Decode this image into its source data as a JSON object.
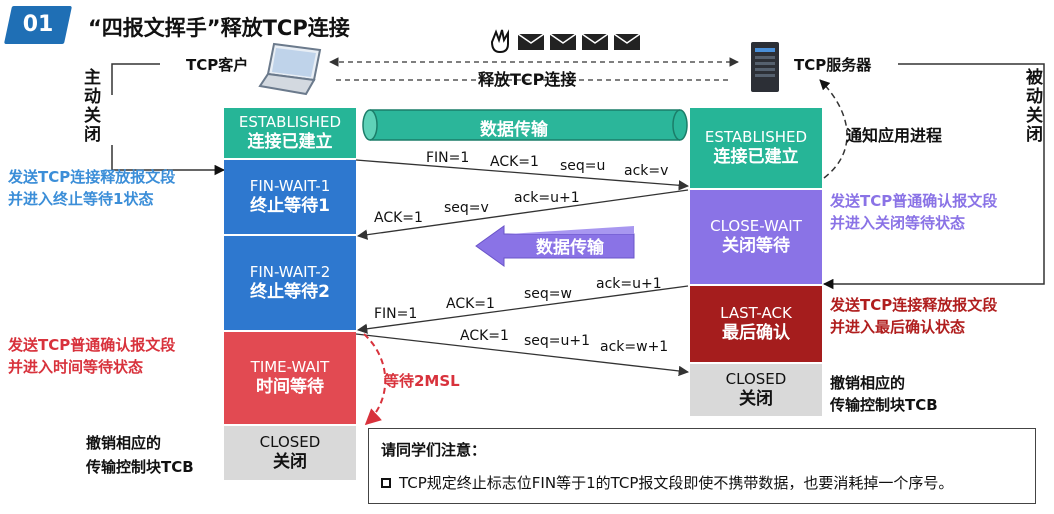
{
  "header": {
    "badge": "01",
    "title": "“四报文挥手”释放TCP连接"
  },
  "client_label": "TCP客户",
  "server_label": "TCP服务器",
  "release_label": "释放TCP连接",
  "active_close": "主动关闭",
  "passive_close": "被动关闭",
  "notify_app": "通知应用进程",
  "data_transfer_top": "数据传输",
  "data_transfer_mid": "数据传输",
  "client_states": [
    {
      "en": "ESTABLISHED",
      "cn": "连接已建立"
    },
    {
      "en": "FIN-WAIT-1",
      "cn": "终止等待1"
    },
    {
      "en": "FIN-WAIT-2",
      "cn": "终止等待2"
    },
    {
      "en": "TIME-WAIT",
      "cn": "时间等待"
    },
    {
      "en": "CLOSED",
      "cn": "关闭"
    }
  ],
  "server_states": [
    {
      "en": "ESTABLISHED",
      "cn": "连接已建立"
    },
    {
      "en": "CLOSE-WAIT",
      "cn": "关闭等待"
    },
    {
      "en": "LAST-ACK",
      "cn": "最后确认"
    },
    {
      "en": "CLOSED",
      "cn": "关闭"
    }
  ],
  "messages": {
    "m1": {
      "fin": "FIN=1",
      "ack": "ACK=1",
      "seq": "seq=u",
      "ackn": "ack=v"
    },
    "m2": {
      "ack": "ACK=1",
      "seq": "seq=v",
      "ackn": "ack=u+1"
    },
    "m3": {
      "fin": "FIN=1",
      "ack": "ACK=1",
      "seq": "seq=w",
      "ackn": "ack=u+1"
    },
    "m4": {
      "ack": "ACK=1",
      "seq": "seq=u+1",
      "ackn": "ack=w+1"
    }
  },
  "annotations": {
    "client_fin_1": "发送TCP连接释放报文段",
    "client_fin_2": "并进入终止等待1状态",
    "client_ack_1": "发送TCP普通确认报文段",
    "client_ack_2": "并进入时间等待状态",
    "server_ack_1": "发送TCP普通确认报文段",
    "server_ack_2": "并进入关闭等待状态",
    "server_fin_1": "发送TCP连接释放报文段",
    "server_fin_2": "并进入最后确认状态",
    "wait_2msl": "等待2MSL",
    "client_tcb_1": "撤销相应的",
    "client_tcb_2": "传输控制块TCB",
    "server_tcb_1": "撤销相应的",
    "server_tcb_2": "传输控制块TCB"
  },
  "note": {
    "heading": "请同学们注意：",
    "item": "TCP规定终止标志位FIN等于1的TCP报文段即使不携带数据，也要消耗掉一个序号。"
  },
  "colors": {
    "established": "#26b597",
    "fin_wait": "#2e78cf",
    "time_wait": "#e24a52",
    "closed": "#d9d9d9",
    "close_wait": "#8a73e6",
    "last_ack": "#a51d1d"
  },
  "icons": [
    "laptop-icon",
    "server-icon",
    "hand-icon",
    "envelope-icon"
  ]
}
